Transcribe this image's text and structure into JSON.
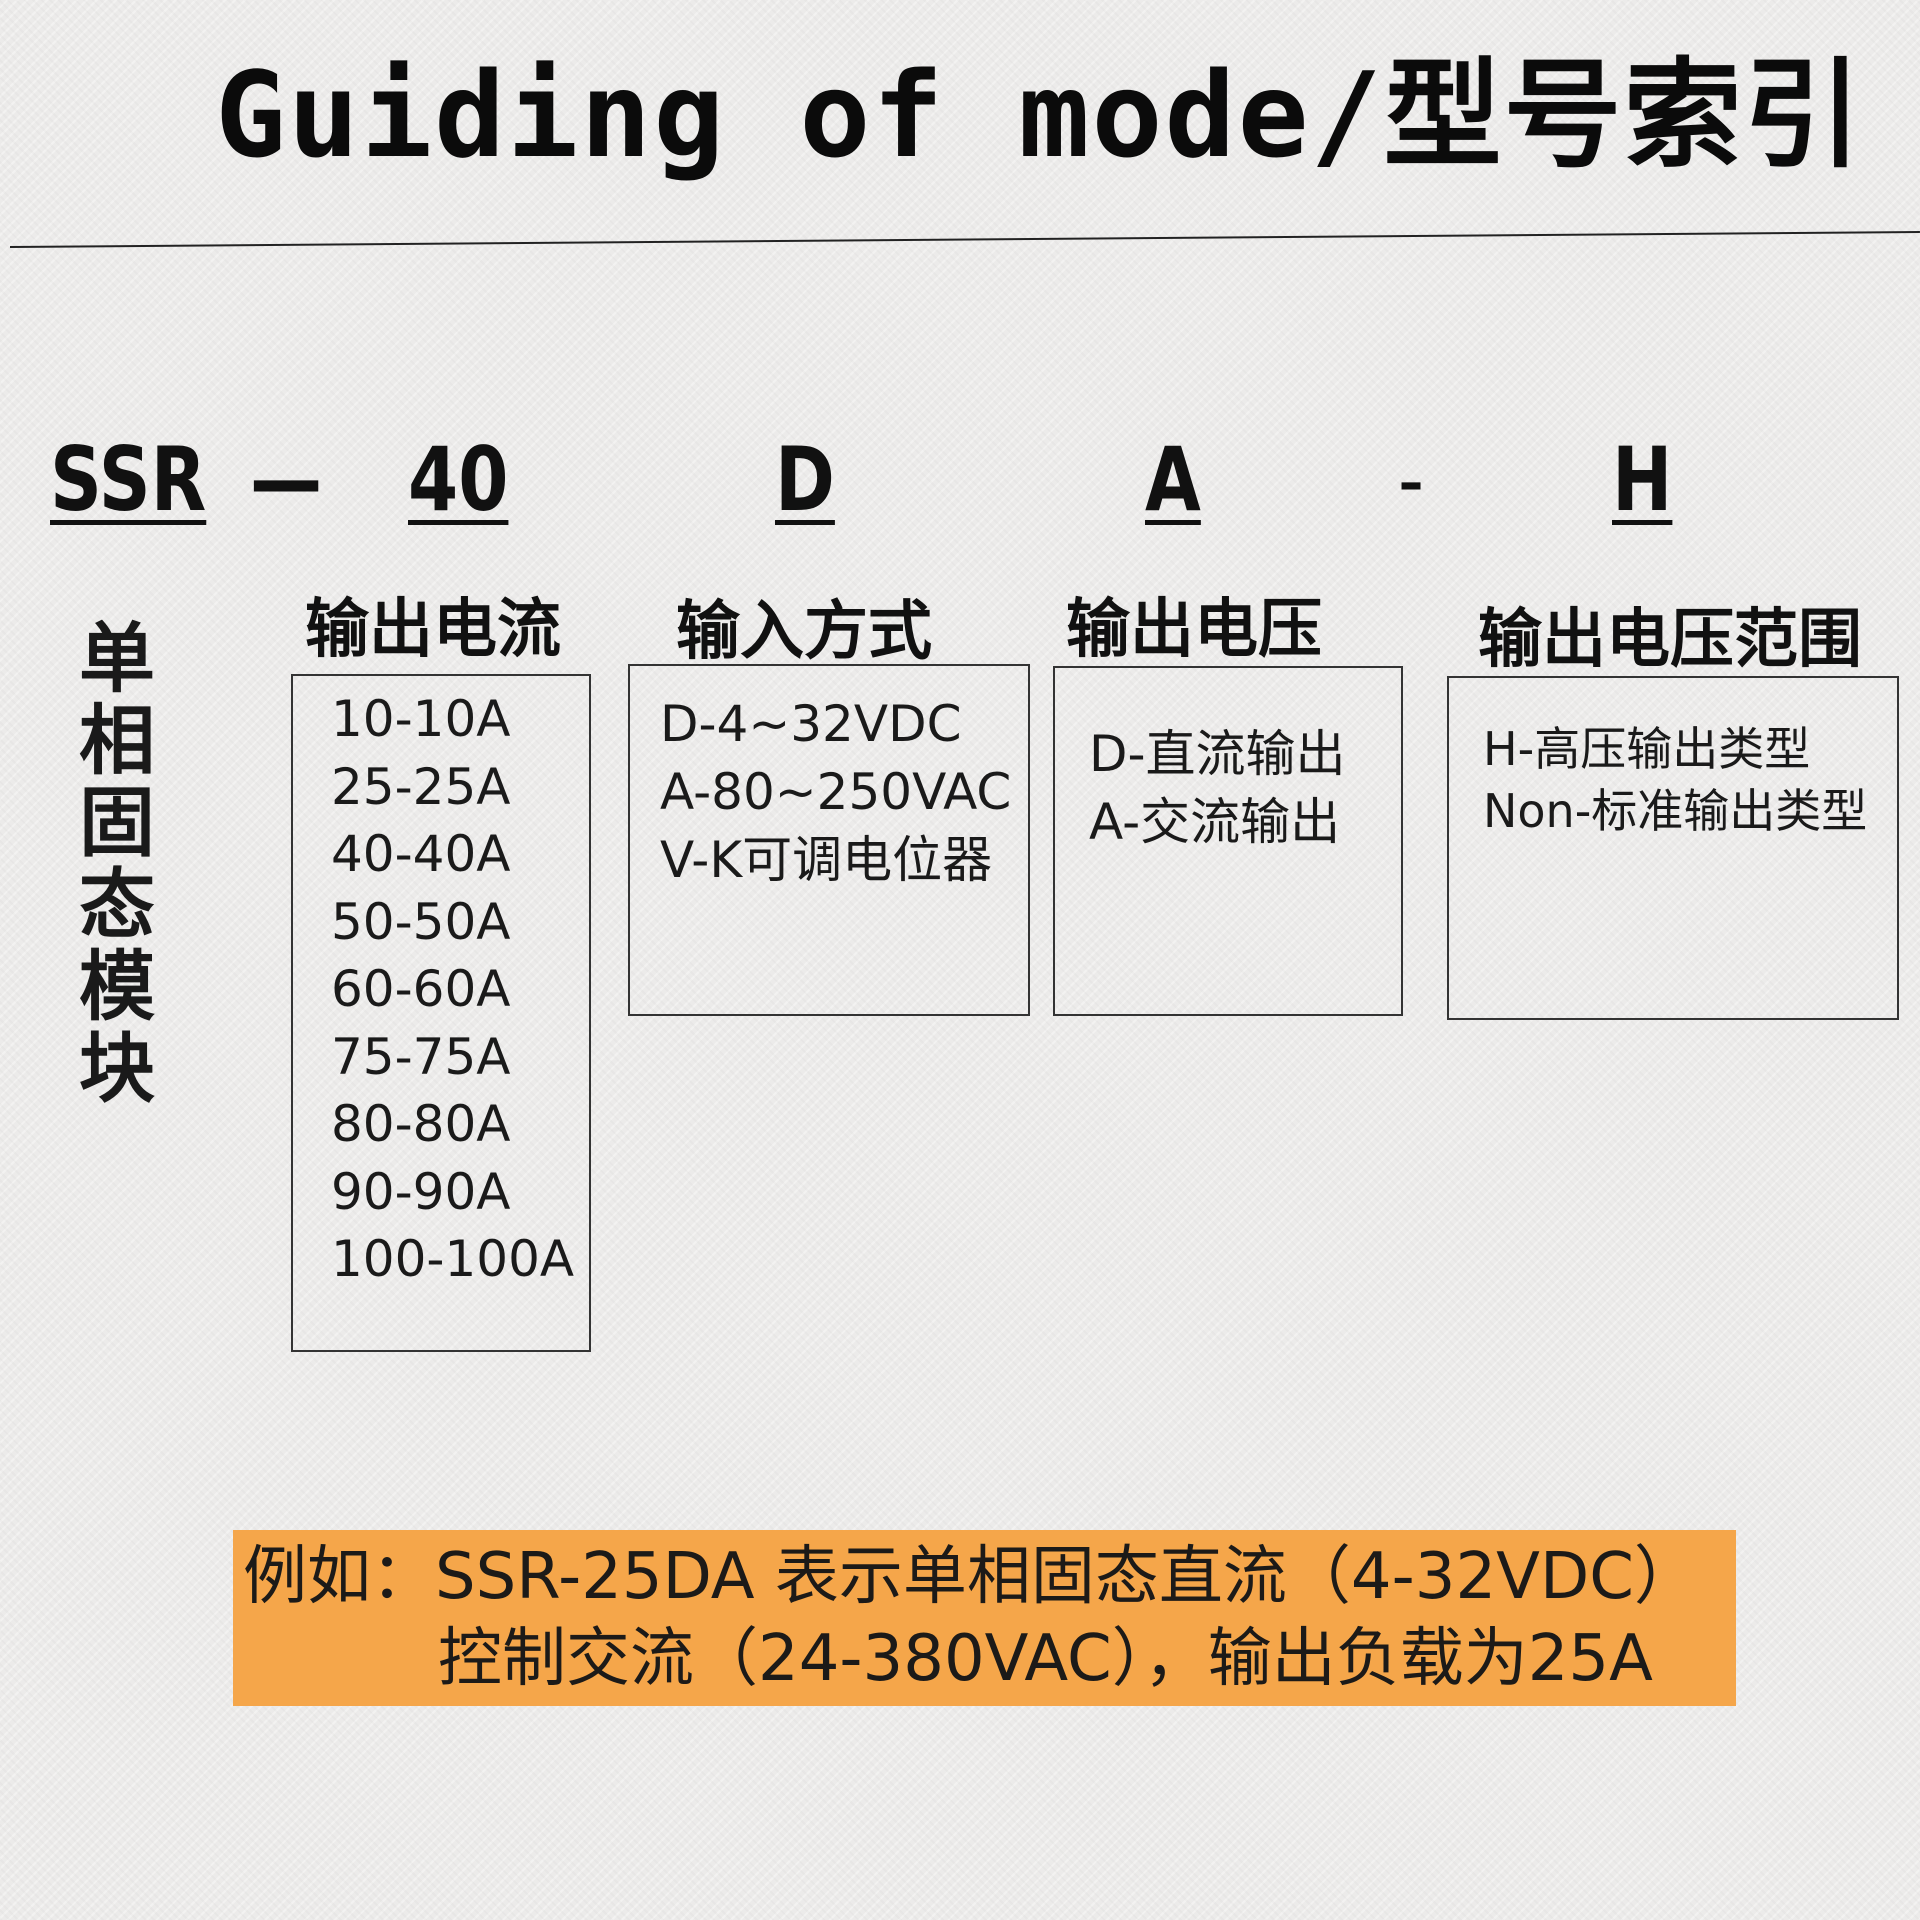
{
  "title": "Guiding of mode/型号索引",
  "model_code": [
    "SSR",
    "—",
    "40",
    "D",
    "A",
    "-",
    "H"
  ],
  "side_label": [
    "单",
    "相",
    "固",
    "态",
    "模",
    "块"
  ],
  "sections": [
    {
      "heading": "输出电流",
      "options": [
        "10-10A",
        "25-25A",
        "40-40A",
        "50-50A",
        "60-60A",
        "75-75A",
        "80-80A",
        "90-90A",
        "100-100A"
      ]
    },
    {
      "heading": "输入方式",
      "options": [
        "D-4~32VDC",
        "A-80~250VAC",
        "V-K可调电位器"
      ]
    },
    {
      "heading": "输出电压",
      "options": [
        "D-直流输出",
        "A-交流输出"
      ]
    },
    {
      "heading": "输出电压范围",
      "options": [
        "H-高压输出类型",
        "Non-标准输出类型"
      ]
    }
  ],
  "example": {
    "line1": "例如：SSR-25DA 表示单相固态直流（4-32VDC）",
    "line2": "控制交流（24-380VAC），输出负载为25A"
  },
  "colors": {
    "example_background": "#f5a64a",
    "text": "#111111"
  }
}
